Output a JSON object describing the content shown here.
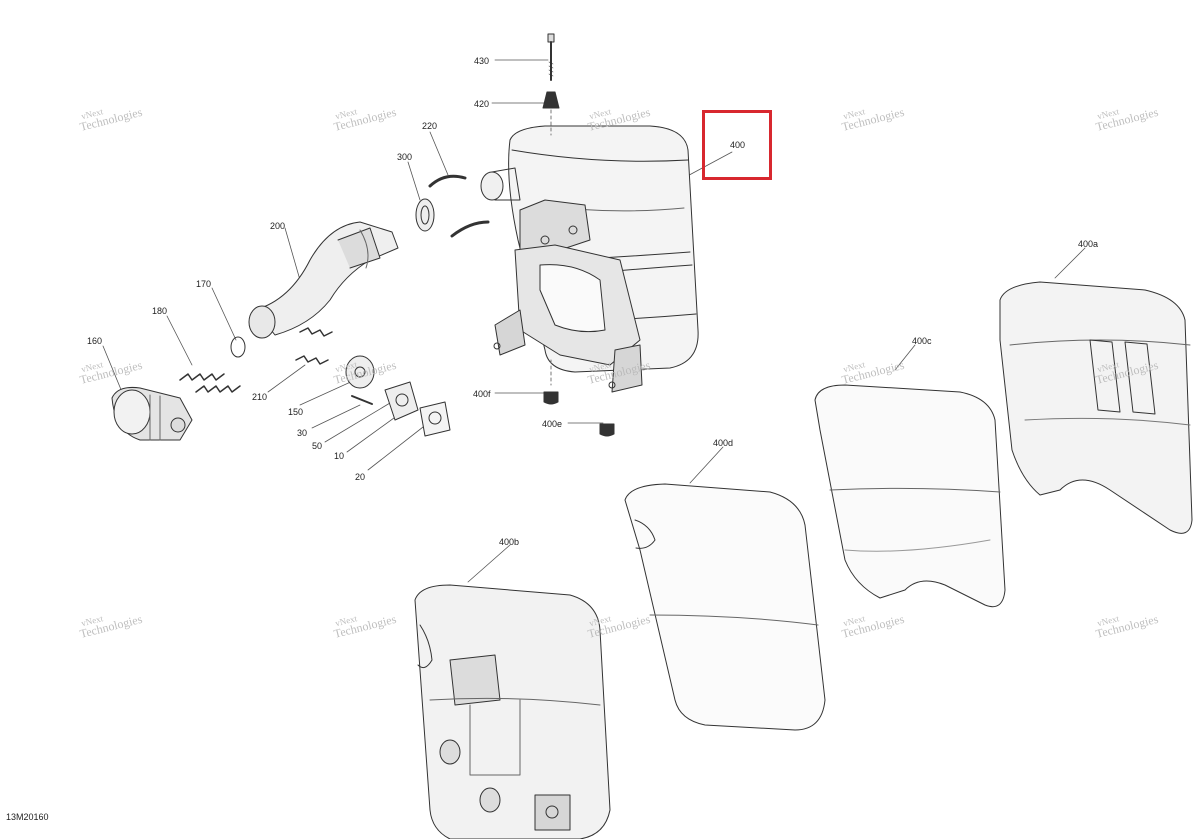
{
  "diagram": {
    "drawing_code": "13M20160",
    "highlighted_part": "400",
    "highlight_color": "#d8282f",
    "watermark": {
      "line1": "vNext",
      "line2": "Technologies"
    },
    "callouts": [
      {
        "id": "430",
        "label": "430"
      },
      {
        "id": "420",
        "label": "420"
      },
      {
        "id": "400",
        "label": "400"
      },
      {
        "id": "220",
        "label": "220"
      },
      {
        "id": "300",
        "label": "300"
      },
      {
        "id": "200",
        "label": "200"
      },
      {
        "id": "170",
        "label": "170"
      },
      {
        "id": "180",
        "label": "180"
      },
      {
        "id": "160",
        "label": "160"
      },
      {
        "id": "210",
        "label": "210"
      },
      {
        "id": "150",
        "label": "150"
      },
      {
        "id": "30",
        "label": "30"
      },
      {
        "id": "50",
        "label": "50"
      },
      {
        "id": "10",
        "label": "10"
      },
      {
        "id": "20",
        "label": "20"
      },
      {
        "id": "400f",
        "label": "400f"
      },
      {
        "id": "400e",
        "label": "400e"
      },
      {
        "id": "400a",
        "label": "400a"
      },
      {
        "id": "400c",
        "label": "400c"
      },
      {
        "id": "400d",
        "label": "400d"
      },
      {
        "id": "400b",
        "label": "400b"
      }
    ]
  }
}
